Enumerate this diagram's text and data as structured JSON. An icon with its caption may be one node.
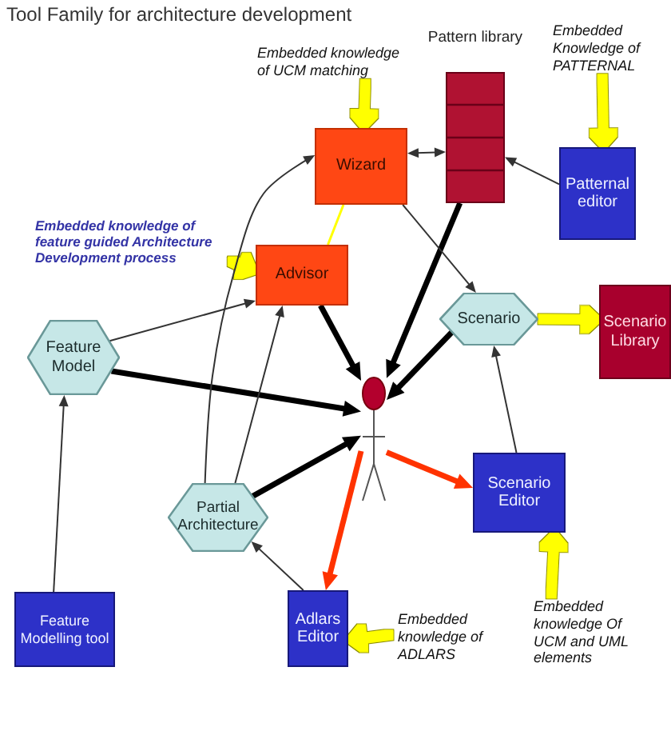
{
  "diagram": {
    "title": "Tool Family for architecture development",
    "nodes": [
      {
        "text": [
          "Embedded knowledge of UCM matching"
        ]
      },
      {
        "text": [
          "Pattern library"
        ]
      },
      {
        "text": [
          "Embedded Knowledge of PATTERNAL"
        ]
      },
      {
        "text": [
          "Wizard"
        ]
      },
      {
        "text": [
          "Patternal editor"
        ]
      },
      {
        "text": [
          "Embedded knowledge of feature guided Architecture Development process"
        ]
      },
      {
        "text": [
          "Advisor"
        ]
      },
      {
        "text": [
          "Feature Model"
        ]
      },
      {
        "text": [
          "Scenario"
        ]
      },
      {
        "text": [
          "Scenario Library"
        ]
      },
      {
        "text": [],
        "shape": "person"
      },
      {
        "text": [
          "Partial Architecture"
        ]
      },
      {
        "text": [
          "Scenario Editor"
        ]
      },
      {
        "text": [
          "Feature Modelling tool"
        ]
      },
      {
        "text": [
          "Adlars Editor"
        ]
      },
      {
        "text": [
          "Embedded knowledge of ADLARS"
        ]
      },
      {
        "text": [
          "Embedded knowledge Of UCM and UML elements"
        ]
      }
    ],
    "edges": [
      {
        "from": 0,
        "to": 3,
        "arrow": "to",
        "color": "#ffff00"
      },
      {
        "from": 2,
        "to": 4,
        "arrow": "to",
        "color": "#ffff00"
      },
      {
        "from": 3,
        "to": 1,
        "arrow": "both"
      },
      {
        "from": 4,
        "to": 1,
        "arrow": "to"
      },
      {
        "from": 5,
        "to": 6,
        "arrow": "to",
        "color": "#ffff00"
      },
      {
        "from": 3,
        "to": 6,
        "arrow": "none",
        "color": "#ffff00"
      },
      {
        "from": 7,
        "to": 6,
        "arrow": "to"
      },
      {
        "from": 7,
        "to": 10,
        "arrow": "to",
        "style": "thick"
      },
      {
        "from": 6,
        "to": 10,
        "arrow": "to",
        "style": "thick"
      },
      {
        "from": 1,
        "to": 10,
        "arrow": "to",
        "style": "thick"
      },
      {
        "from": 8,
        "to": 10,
        "arrow": "to",
        "style": "thick"
      },
      {
        "from": 11,
        "to": 10,
        "arrow": "to",
        "style": "thick"
      },
      {
        "from": 3,
        "to": 8,
        "arrow": "to"
      },
      {
        "from": 8,
        "to": 9,
        "arrow": "to",
        "color": "#ffff00"
      },
      {
        "from": 10,
        "to": 12,
        "arrow": "to",
        "style": "thick",
        "color": "#ff3300"
      },
      {
        "from": 10,
        "to": 14,
        "arrow": "to",
        "style": "thick",
        "color": "#ff3300"
      },
      {
        "from": 12,
        "to": 8,
        "arrow": "to"
      },
      {
        "from": 11,
        "to": 3,
        "arrow": "to"
      },
      {
        "from": 11,
        "to": 6,
        "arrow": "to"
      },
      {
        "from": 14,
        "to": 11,
        "arrow": "to"
      },
      {
        "from": 13,
        "to": 7,
        "arrow": "to"
      },
      {
        "from": 15,
        "to": 14,
        "arrow": "to",
        "color": "#ffff00"
      },
      {
        "from": 16,
        "to": 12,
        "arrow": "to",
        "color": "#ffff00"
      }
    ]
  }
}
